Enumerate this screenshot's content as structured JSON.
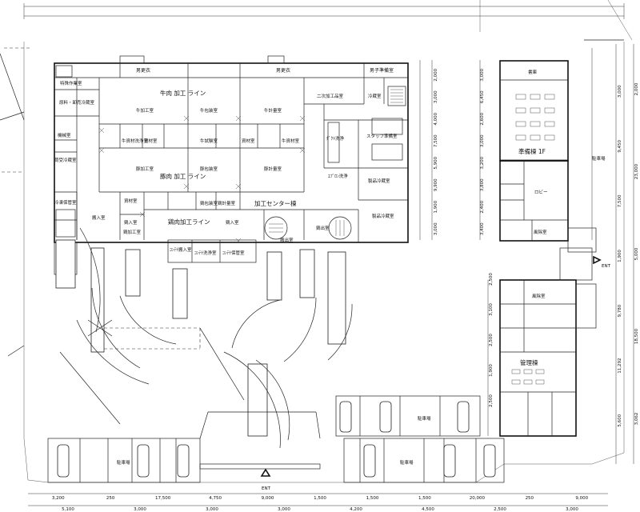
{
  "title": "",
  "main_building": {
    "name": "加工センター棟",
    "beef_line": "牛肉 加工 ライン",
    "pork_line": "豚肉 加工 ライン",
    "chicken_line": "鶏肉加工ライン",
    "rooms": [
      "男更衣",
      "男更衣",
      "男子準備室",
      "特殊作業室",
      "原料・卸売冷蔵室",
      "機械室",
      "荷受冷蔵室",
      "冷凍保管室",
      "牛加工室",
      "牛包装室",
      "牛計量室",
      "二次加工品室",
      "冷蔵室",
      "牛資材洗浄室",
      "資材室",
      "牛試験室",
      "資材室",
      "牛資材室",
      "ﾀﾞｸﾄ洗浄",
      "スタッフ準備室",
      "ｴﾌﾟﾛﾝ洗浄",
      "豚加工室",
      "豚包装室",
      "豚計量室",
      "製品冷蔵室",
      "資材室",
      "製品冷蔵室",
      "鶏加工室",
      "鶏包装室",
      "鶏計量室",
      "鶏入室",
      "鶏入室",
      "鶏出室",
      "搬入室",
      "搬出室",
      "ｺﾝﾃﾅ搬入室",
      "ｺﾝﾃﾅ洗浄室",
      "ｺﾝﾃﾅ保管室"
    ]
  },
  "prep_building": {
    "name": "準備棟 1F",
    "rooms": [
      "書庫",
      "ロビー",
      "風除室"
    ]
  },
  "admin_building": {
    "name": "管理棟",
    "rooms": [
      "風除室"
    ]
  },
  "labels": {
    "parking": "駐車場",
    "ent": "ENT"
  },
  "dims": {
    "bottom_row1": [
      "3,200",
      "250",
      "17,500",
      "4,750",
      "9,000",
      "1,500",
      "1,500",
      "1,500",
      "20,000",
      "250",
      "9,000"
    ],
    "bottom_row2": [
      "5,100",
      "3,000",
      "3,000",
      "3,000",
      "4,200",
      "4,500",
      "2,500",
      "3,000"
    ],
    "right_col1": [
      "2,000",
      "23,000",
      "5,000",
      "18,500",
      "3,062"
    ],
    "right_col2": [
      "3,000",
      "9,450",
      "7,500",
      "1,900",
      "9,780",
      "11,292",
      "5,600"
    ],
    "mid_col1": [
      "2,000",
      "3,000",
      "4,000",
      "7,500",
      "5,900",
      "9,900",
      "1,900",
      "3,000"
    ],
    "mid_col2": [
      "3,000",
      "6,450",
      "2,600",
      "3,000",
      "3,200",
      "3,800",
      "2,400",
      "3,400"
    ],
    "mid_col3": [
      "2,500",
      "3,100",
      "2,500",
      "1,900",
      "2,500"
    ]
  }
}
